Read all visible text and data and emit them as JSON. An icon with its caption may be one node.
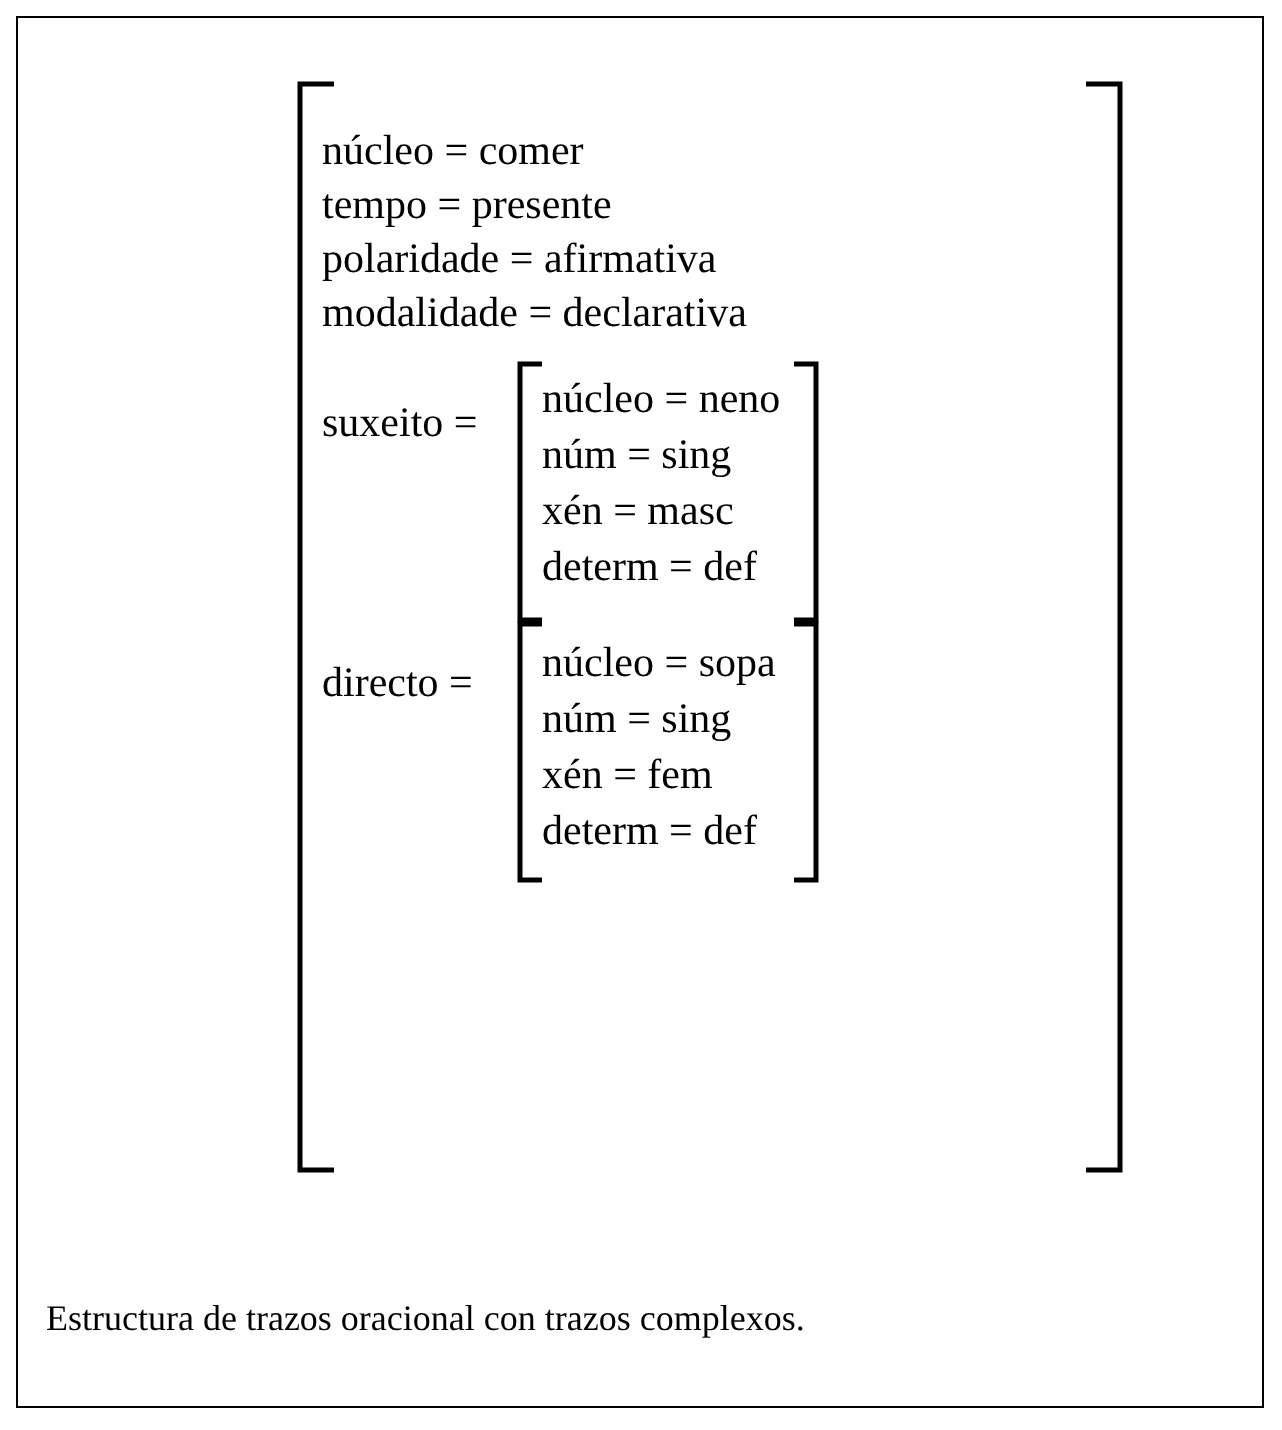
{
  "diagram": {
    "caption": "Estructura de trazos oracional con trazos complexos.",
    "nodes": [
      {
        "text": [
          "núcleo = comer",
          "tempo = presente",
          "polaridade = afirmativa",
          "modalidade = declarativa",
          "suxeito =",
          "directo ="
        ]
      },
      {
        "text": [
          "núcleo = neno",
          "núm = sing",
          "xén = masc",
          "determ = def"
        ],
        "in": 0
      },
      {
        "text": [
          "núcleo = sopa",
          "núm = sing",
          "xén = fem",
          "determ = def"
        ],
        "in": 0
      }
    ]
  }
}
